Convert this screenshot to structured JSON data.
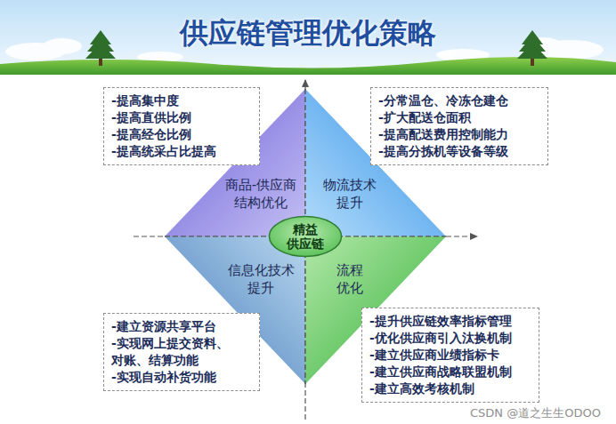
{
  "diagram": {
    "title": "供应链管理优化策略",
    "nodes": [
      {
        "text": [
          "-提高集中度",
          "-提高直供比例",
          "-提高经仓比例",
          "-提高统采占比提高"
        ]
      },
      {
        "text": [
          "-分常温仓、冷冻仓建仓",
          "-扩大配送仓面积",
          "-提高配送费用控制能力",
          "-提高分拣机等设备等级"
        ]
      },
      {
        "text": [
          "商品-供应商 结构优化"
        ]
      },
      {
        "text": [
          "物流技术 提升"
        ]
      },
      {
        "text": [
          "精益 供应链"
        ]
      },
      {
        "text": [
          "信息化技术 提升"
        ]
      },
      {
        "text": [
          "流程 优化"
        ]
      },
      {
        "text": [
          "-建立资源共享平台",
          "-实现网上提交资料、 对账、结算功能",
          "-实现自动补货功能"
        ]
      },
      {
        "text": [
          "-提升供应链效率指标管理",
          "-优化供应商引入汰换机制",
          "-建立供应商业绩指标卡",
          "-建立供应商战略联盟机制",
          "-建立高效考核机制"
        ]
      }
    ],
    "labels": [
      "CSDN @道之生生ODOO"
    ]
  }
}
